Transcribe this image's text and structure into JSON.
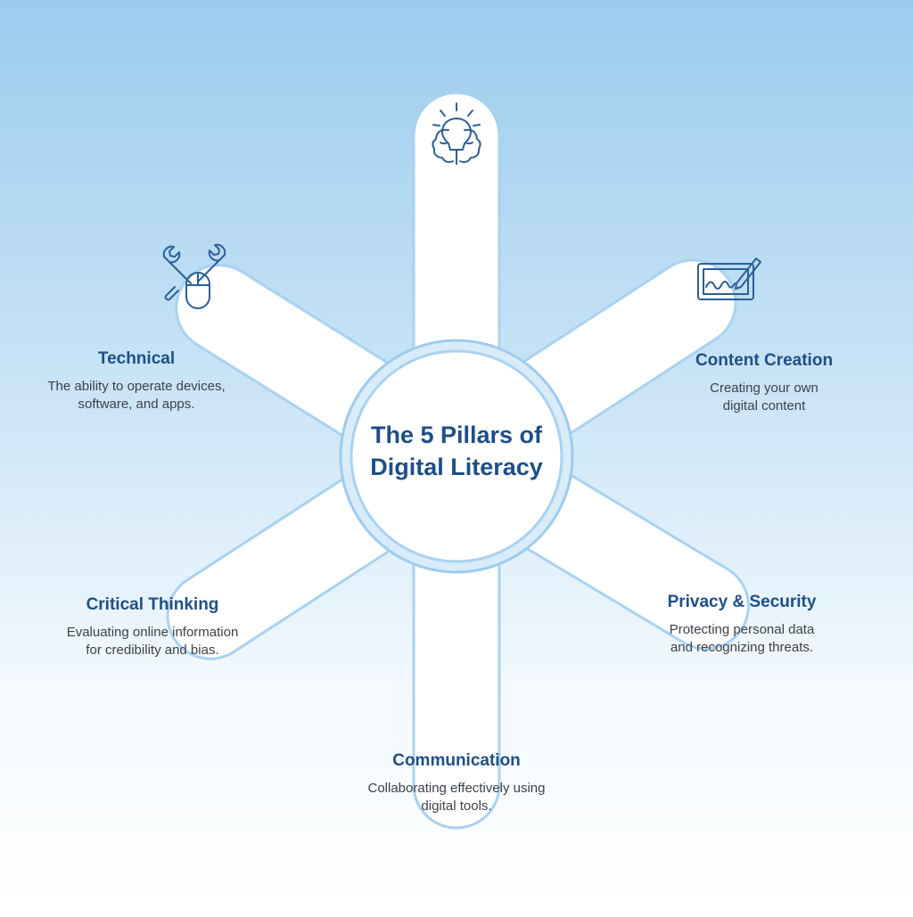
{
  "diagram": {
    "center": {
      "line1": "The 5 Pillars of",
      "line2": "Digital Literacy"
    },
    "pillars": [
      {
        "title": "Technical",
        "desc_line1": "The ability to operate devices,",
        "desc_line2": "software, and apps.",
        "icon": "tools-mouse-icon"
      },
      {
        "title": "Content Creation",
        "desc_line1": "Creating your own",
        "desc_line2": "digital content",
        "icon": "tablet-pen-icon"
      },
      {
        "title": "Critical Thinking",
        "desc_line1": "Evaluating online information",
        "desc_line2": "for credibility and bias.",
        "icon": ""
      },
      {
        "title": "Privacy & Security",
        "desc_line1": "Protecting personal data",
        "desc_line2": "and recognizing threats.",
        "icon": ""
      },
      {
        "title": "Communication",
        "desc_line1": "Collaborating effectively using",
        "desc_line2": "digital tools.",
        "icon": ""
      }
    ],
    "top_icon": "lightbulb-brain-icon",
    "colors": {
      "background_top": "#9dcdee",
      "background_bottom": "#ffffff",
      "outline": "#a9d2f0",
      "title": "#1f4f86",
      "icon": "#2d5f94"
    }
  }
}
